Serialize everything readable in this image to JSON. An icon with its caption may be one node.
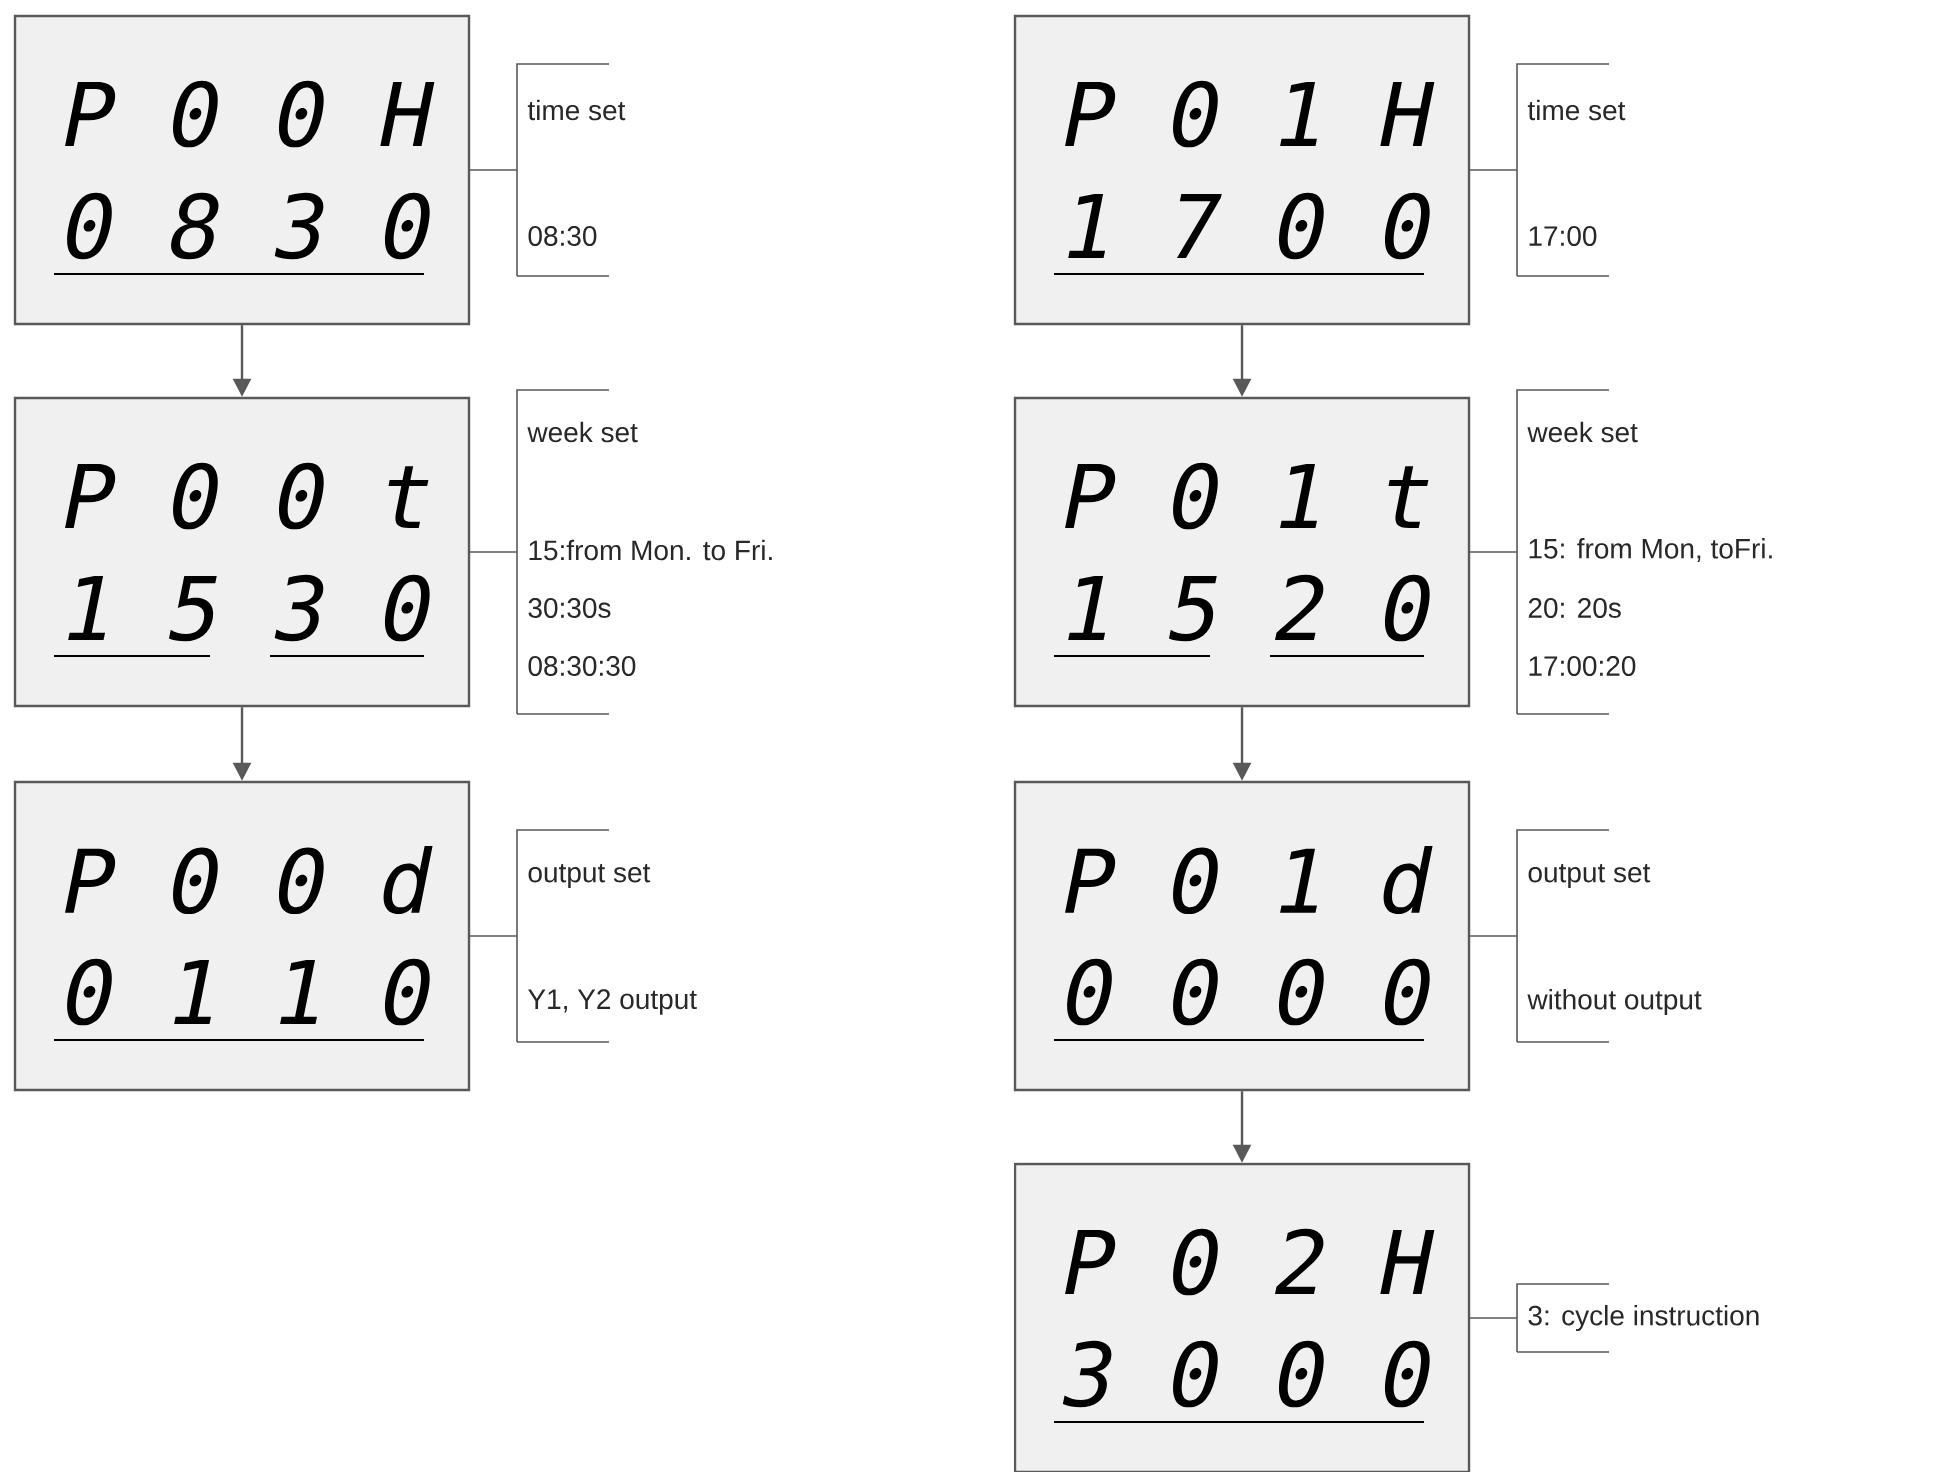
{
  "diagram": {
    "nodes": [
      {
        "text": [
          "P 0 0 H",
          "0 8 3 0"
        ],
        "beside": [
          "time set",
          "08:30"
        ]
      },
      {
        "text": [
          "P 0 0 t",
          "1 5 3 0"
        ],
        "beside": [
          "week set",
          "15:from Mon. to Fri.",
          "30:30s",
          "08:30:30"
        ]
      },
      {
        "text": [
          "P 0 0 d",
          "0 1 1 0"
        ],
        "beside": [
          "output set",
          "Y1, Y2 output"
        ]
      },
      {
        "text": [
          "P 0 1 H",
          "1 7 0 0"
        ],
        "beside": [
          "time set",
          "17:00"
        ]
      },
      {
        "text": [
          "P 0 1 t",
          "1 5 2 0"
        ],
        "beside": [
          "week set",
          "15: from Mon, toFri.",
          "20: 20s",
          "17:00:20"
        ]
      },
      {
        "text": [
          "P 0 1 d",
          "0 0 0 0"
        ],
        "beside": [
          "output set",
          "without output"
        ]
      },
      {
        "text": [
          "P 0 2 H",
          "3 0 0 0"
        ],
        "beside": [
          "3: cycle instruction"
        ]
      }
    ],
    "edges": [
      {
        "from": 0,
        "to": 1,
        "arrow": "to"
      },
      {
        "from": 1,
        "to": 2,
        "arrow": "to"
      },
      {
        "from": 3,
        "to": 4,
        "arrow": "to"
      },
      {
        "from": 4,
        "to": 5,
        "arrow": "to"
      },
      {
        "from": 5,
        "to": 6,
        "arrow": "to"
      }
    ]
  }
}
